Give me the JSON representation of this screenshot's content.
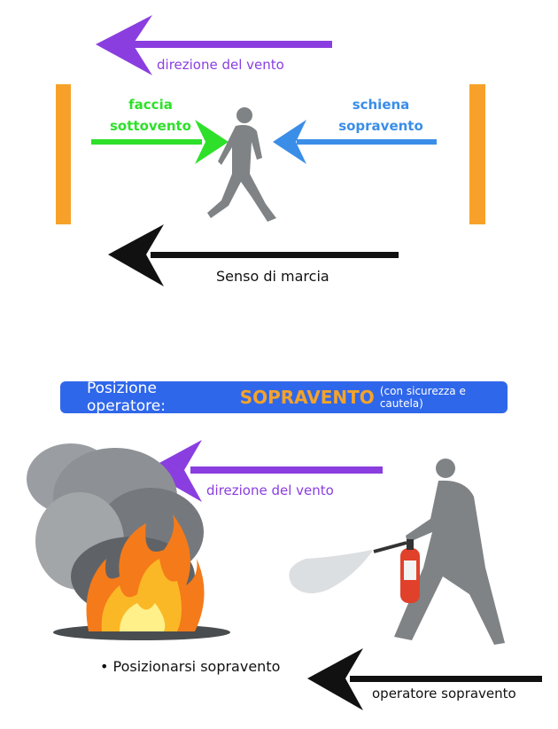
{
  "top": {
    "wind_label": "direzione del vento",
    "face_label_1": "faccia",
    "face_label_2": "sottovento",
    "back_label_1": "schiena",
    "back_label_2": "sopravento",
    "march_label": "Senso di marcia"
  },
  "banner": {
    "prefix": "Posizione operatore:",
    "highlight": "SOPRAVENTO",
    "suffix": "(con sicurezza e cautela)"
  },
  "bottom": {
    "wind_label": "direzione del vento",
    "bullet": "• Posizionarsi sopravento",
    "operator_label": "operatore sopravento"
  },
  "colors": {
    "wind": "#8a3ee0",
    "face": "#2ee02a",
    "back": "#3a8ee8",
    "barrier": "#f7a12a",
    "banner": "#2f67ea"
  }
}
